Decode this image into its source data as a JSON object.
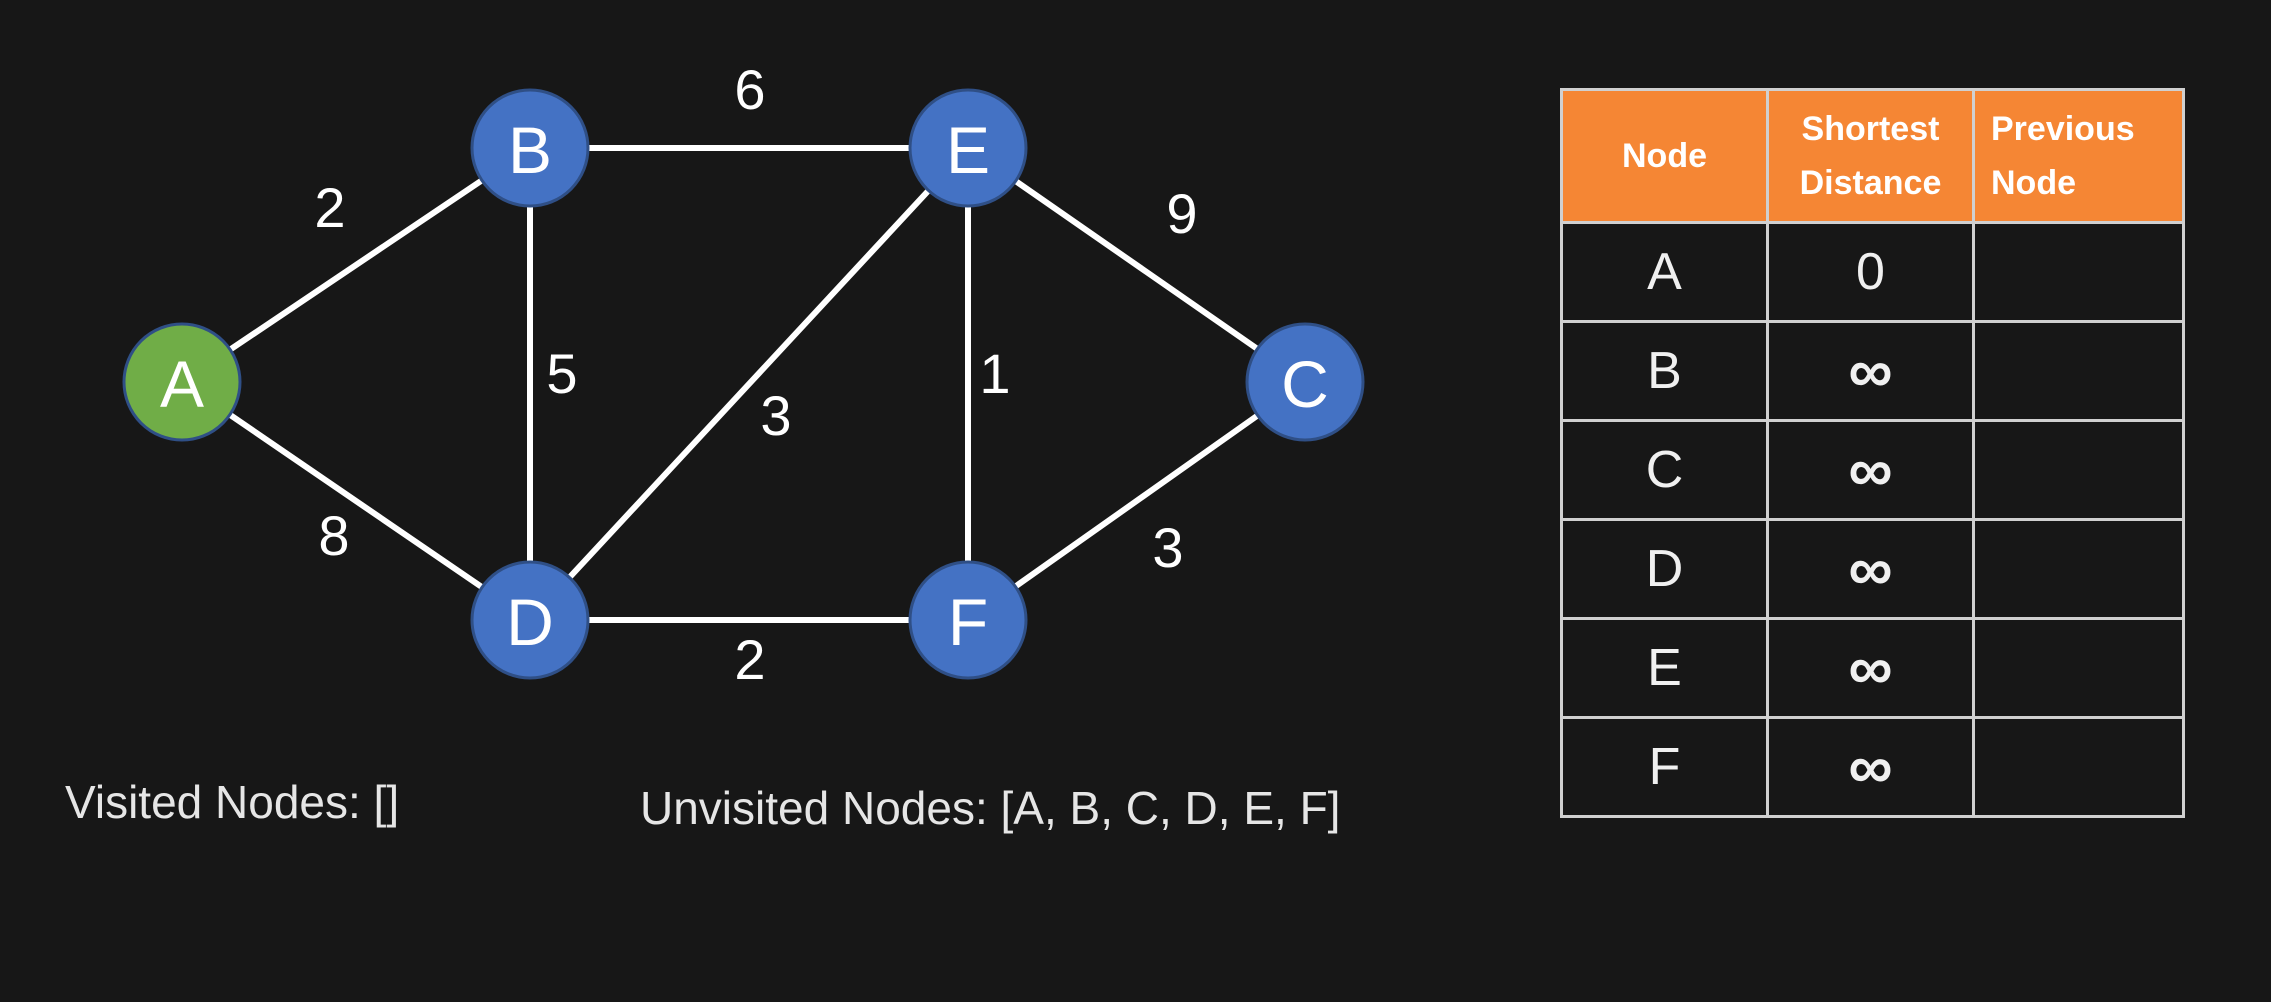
{
  "graph": {
    "nodes": [
      {
        "id": "A",
        "label": "A",
        "state": "current"
      },
      {
        "id": "B",
        "label": "B",
        "state": "unvisited"
      },
      {
        "id": "C",
        "label": "C",
        "state": "unvisited"
      },
      {
        "id": "D",
        "label": "D",
        "state": "unvisited"
      },
      {
        "id": "E",
        "label": "E",
        "state": "unvisited"
      },
      {
        "id": "F",
        "label": "F",
        "state": "unvisited"
      }
    ],
    "edges": [
      {
        "from": "A",
        "to": "B",
        "weight": "2"
      },
      {
        "from": "A",
        "to": "D",
        "weight": "8"
      },
      {
        "from": "B",
        "to": "E",
        "weight": "6"
      },
      {
        "from": "B",
        "to": "D",
        "weight": "5"
      },
      {
        "from": "D",
        "to": "E",
        "weight": "3"
      },
      {
        "from": "E",
        "to": "F",
        "weight": "1"
      },
      {
        "from": "E",
        "to": "C",
        "weight": "9"
      },
      {
        "from": "D",
        "to": "F",
        "weight": "2"
      },
      {
        "from": "F",
        "to": "C",
        "weight": "3"
      }
    ]
  },
  "status": {
    "visited": "Visited Nodes: []",
    "unvisited": "Unvisited Nodes: [A, B, C, D, E, F]"
  },
  "table": {
    "headers": {
      "node": "Node",
      "shortest_line1": "Shortest",
      "shortest_line2": "Distance",
      "previous_line1": "Previous",
      "previous_line2": "Node"
    },
    "rows": [
      {
        "node": "A",
        "distance": "0",
        "previous": ""
      },
      {
        "node": "B",
        "distance": "∞",
        "previous": ""
      },
      {
        "node": "C",
        "distance": "∞",
        "previous": ""
      },
      {
        "node": "D",
        "distance": "∞",
        "previous": ""
      },
      {
        "node": "E",
        "distance": "∞",
        "previous": ""
      },
      {
        "node": "F",
        "distance": "∞",
        "previous": ""
      }
    ]
  },
  "colors": {
    "background": "#171717",
    "node_unvisited": "#4472c4",
    "node_current": "#70ad47",
    "edge": "#ffffff",
    "table_header": "#f58634",
    "table_border": "#d0d0d0"
  }
}
